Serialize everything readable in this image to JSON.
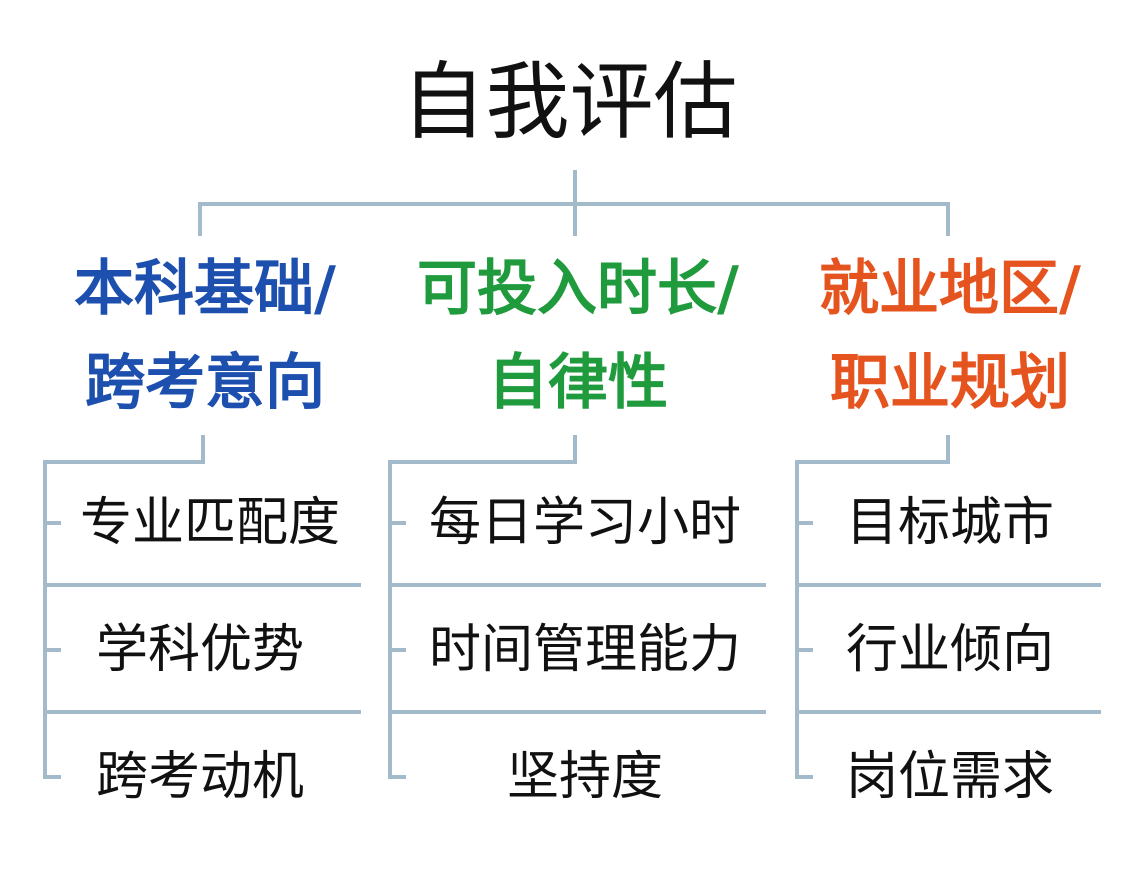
{
  "title": "自我评估",
  "colors": {
    "line": "#a2bac9",
    "blue": "#1c4fae",
    "green": "#1f9a3c",
    "orange": "#e5531f"
  },
  "branches": [
    {
      "line1": "本科基础/",
      "line2": "跨考意向",
      "color": "#1c4fae",
      "items": [
        "专业匹配度",
        "学科优势",
        "跨考动机"
      ]
    },
    {
      "line1": "可投入时长/",
      "line2": "自律性",
      "color": "#1f9a3c",
      "items": [
        "每日学习小时",
        "时间管理能力",
        "坚持度"
      ]
    },
    {
      "line1": "就业地区/",
      "line2": "职业规划",
      "color": "#e5531f",
      "items": [
        "目标城市",
        "行业倾向",
        "岗位需求"
      ]
    }
  ]
}
